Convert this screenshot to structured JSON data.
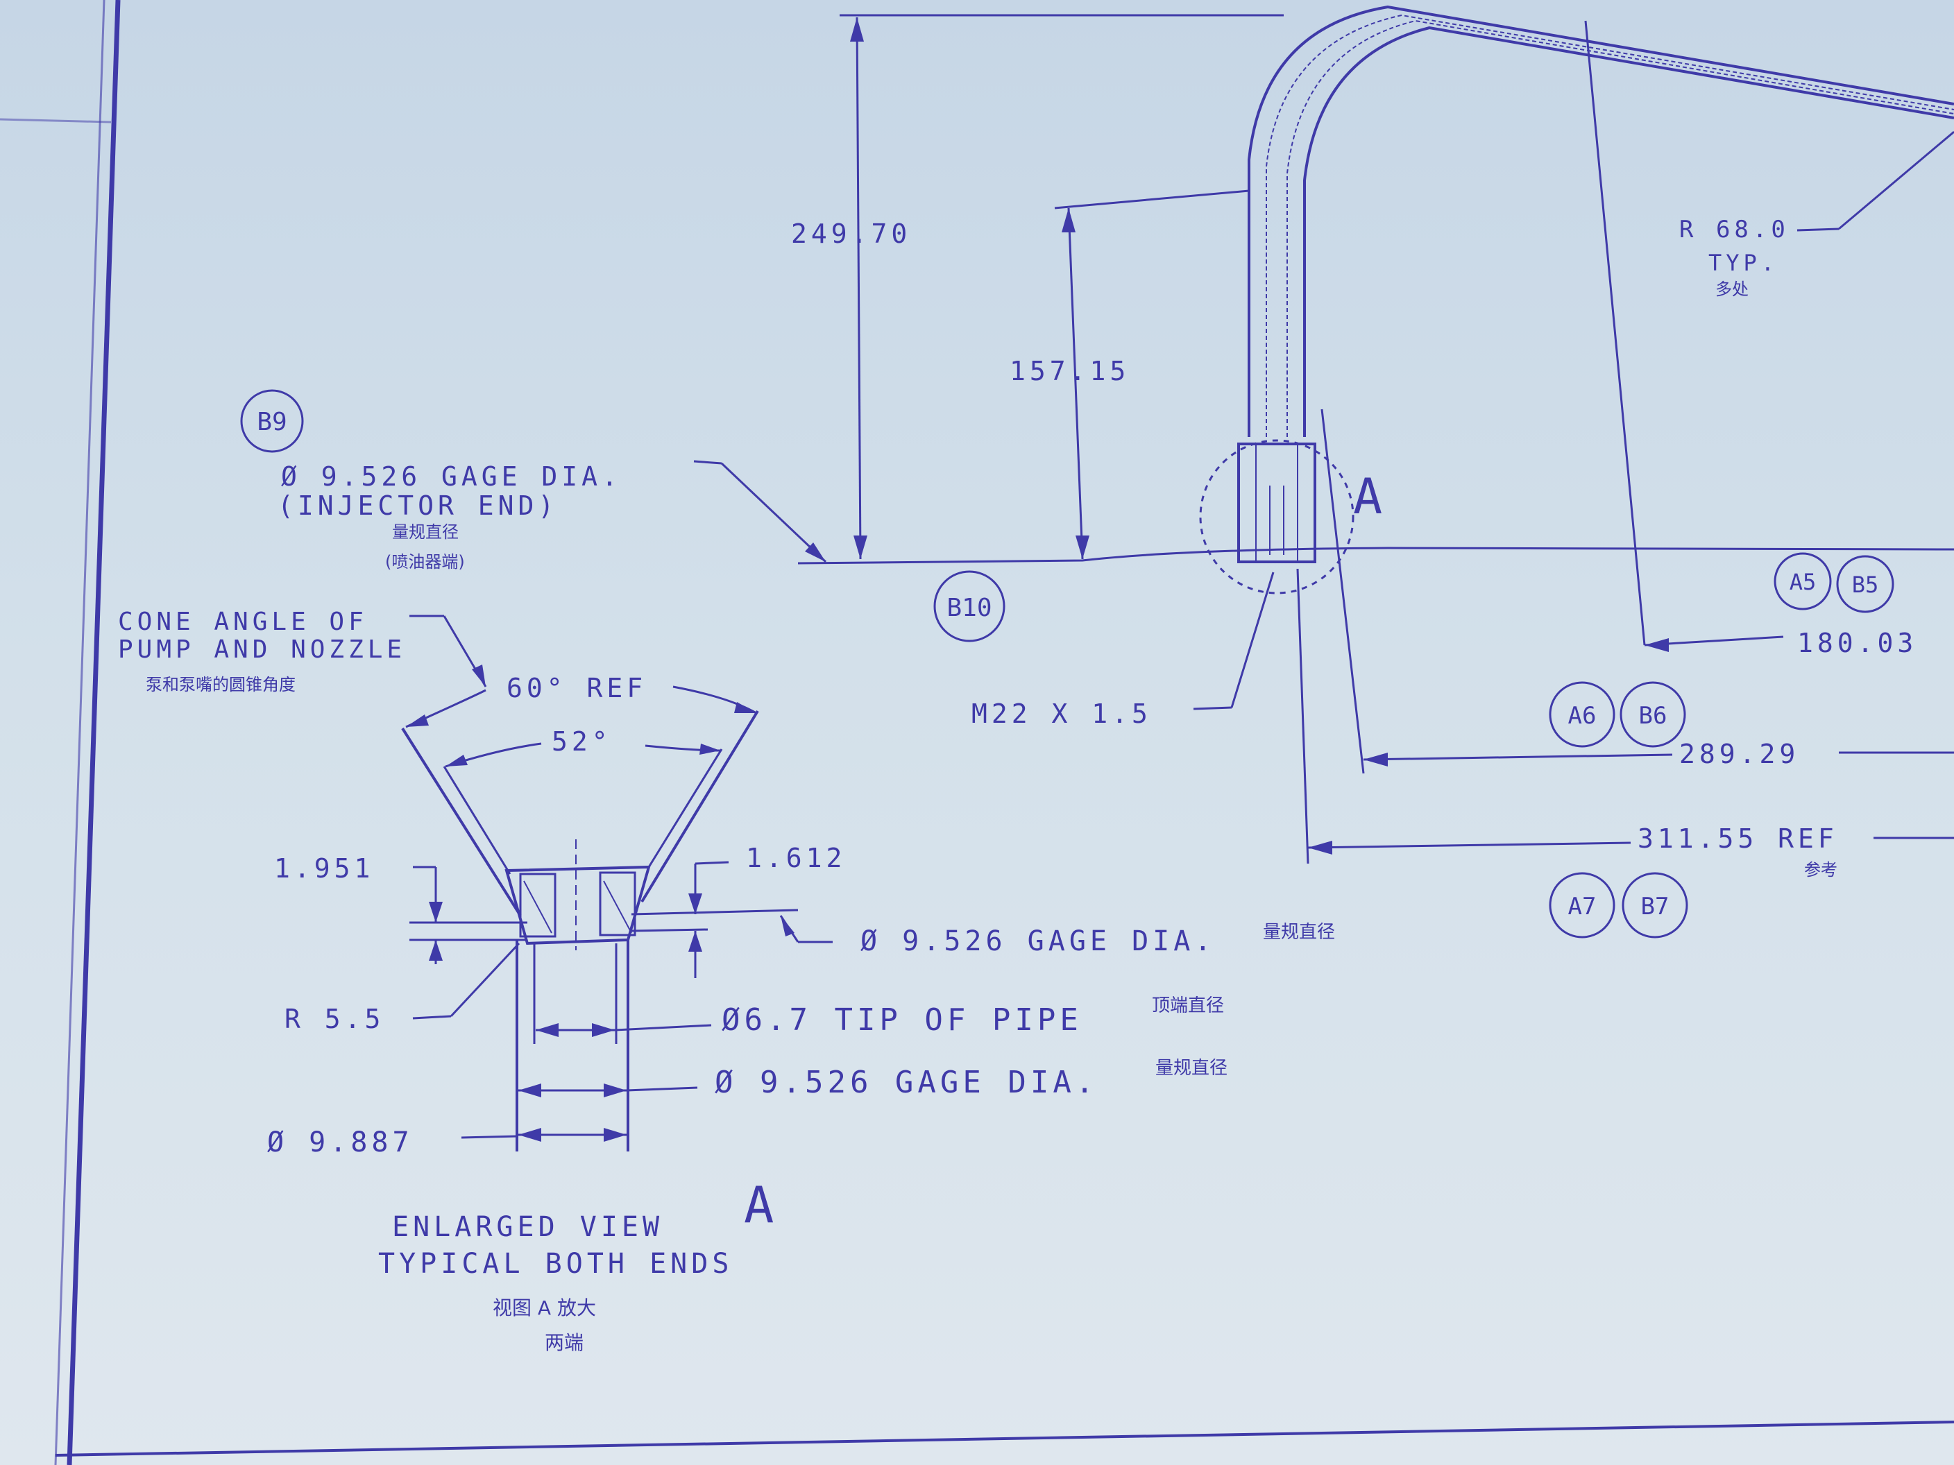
{
  "dimensions": {
    "overall_height": "249.70",
    "inner_height": "157.15",
    "radius": "R 68.0",
    "radius_typ": "TYP.",
    "radius_typ_cn": "多处",
    "dim_180": "180.03",
    "dim_289": "289.29",
    "dim_311": "311.55 REF",
    "dim_311_cn": "参考",
    "thread": "M22 X 1.5",
    "view_letter": "A"
  },
  "callout_injector": {
    "line1": "Ø 9.526 GAGE DIA.",
    "line2": "(INJECTOR END)",
    "cn1": "量规直径",
    "cn2": "(喷油器端)"
  },
  "balloons": {
    "b9": "B9",
    "b10": "B10",
    "a5": "A5",
    "b5": "B5",
    "a6": "A6",
    "b6": "B6",
    "a7": "A7",
    "b7": "B7"
  },
  "cone_note": {
    "line1": "CONE ANGLE OF",
    "line2": "PUMP AND NOZZLE",
    "cn": "泵和泵嘴的圆锥角度"
  },
  "enlarged_view": {
    "angle_ref": "60° REF",
    "angle_inner": "52°",
    "dim_left": "1.951",
    "dim_right": "1.612",
    "gage_dia_top": "Ø 9.526 GAGE DIA.",
    "gage_dia_top_cn": "量规直径",
    "radius": "R 5.5",
    "tip_of_pipe": "Ø6.7 TIP OF PIPE",
    "tip_of_pipe_cn": "顶端直径",
    "gage_dia_bottom": "Ø 9.526 GAGE DIA.",
    "gage_dia_bottom_cn": "量规直径",
    "outer_dia": "Ø 9.887",
    "title_line1": "ENLARGED VIEW",
    "title_letter": "A",
    "title_line2": "TYPICAL BOTH ENDS",
    "title_cn1": "视图 A 放大",
    "title_cn2": "两端"
  },
  "colors": {
    "ink": "#3f3aa8",
    "paper": "#d3e0ea"
  }
}
